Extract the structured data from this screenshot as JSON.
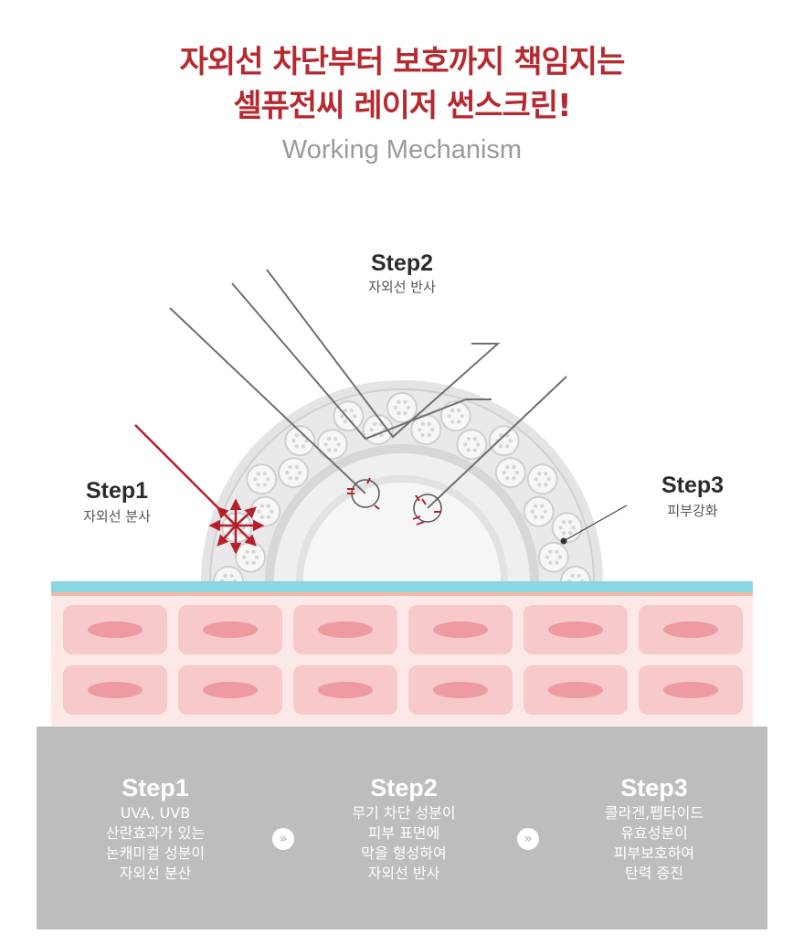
{
  "header": {
    "line1": "자외선 차단부터 보호까지 책임지는",
    "line2": "셀퓨전씨 레이저 썬스크린!",
    "subtitle": "Working Mechanism"
  },
  "diagram": {
    "step1": {
      "title": "Step1",
      "desc": "자외선 분사"
    },
    "step2": {
      "title": "Step2",
      "desc": "자외선 반사"
    },
    "step3": {
      "title": "Step3",
      "desc": "피부강화"
    }
  },
  "steps": [
    {
      "title": "Step1",
      "lines": [
        "UVA, UVB",
        "산란효과가 있는",
        "논캐미컬 성분이",
        "자외선 분산"
      ]
    },
    {
      "title": "Step2",
      "lines": [
        "무기 차단 성분이",
        "피부 표면에",
        "막을 형성하여",
        "자외선 반사"
      ]
    },
    {
      "title": "Step3",
      "lines": [
        "콜라겐,펩타이드",
        "유효성분이",
        "피부보호하여",
        "탄력 증진"
      ]
    }
  ],
  "separators": [
    {
      "icon": "double-chevron-right-icon",
      "glyph": "»"
    },
    {
      "icon": "double-chevron-right-icon",
      "glyph": "»"
    }
  ],
  "colors": {
    "headline": "#b52a30",
    "red_ray": "#b51f2a",
    "skin_top": "#8ad6e2",
    "cell": "#f7c9ca",
    "panel": "#bdbdbd"
  }
}
